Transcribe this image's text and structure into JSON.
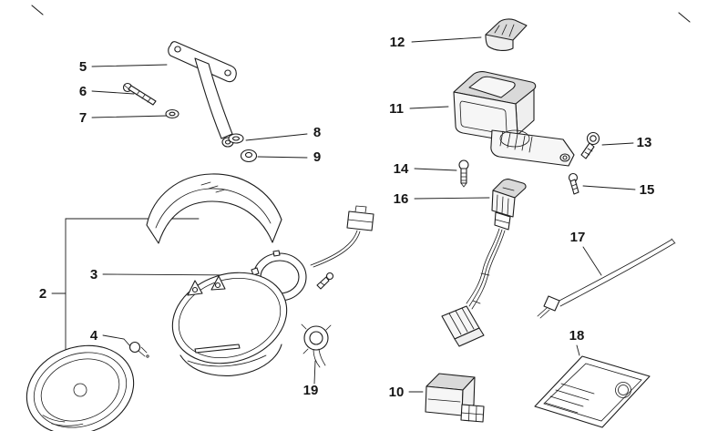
{
  "colors": {
    "background": "#ffffff",
    "line": "#1c1c1c",
    "shade": "#d9d9d9"
  },
  "diagram": {
    "kind": "exploded-parts-diagram",
    "callouts": [
      {
        "num": "2"
      },
      {
        "num": "3"
      },
      {
        "num": "4"
      },
      {
        "num": "5"
      },
      {
        "num": "6"
      },
      {
        "num": "7"
      },
      {
        "num": "8"
      },
      {
        "num": "9"
      },
      {
        "num": "10"
      },
      {
        "num": "11"
      },
      {
        "num": "12"
      },
      {
        "num": "13"
      },
      {
        "num": "14"
      },
      {
        "num": "15"
      },
      {
        "num": "16"
      },
      {
        "num": "17"
      },
      {
        "num": "18"
      },
      {
        "num": "19"
      }
    ]
  }
}
